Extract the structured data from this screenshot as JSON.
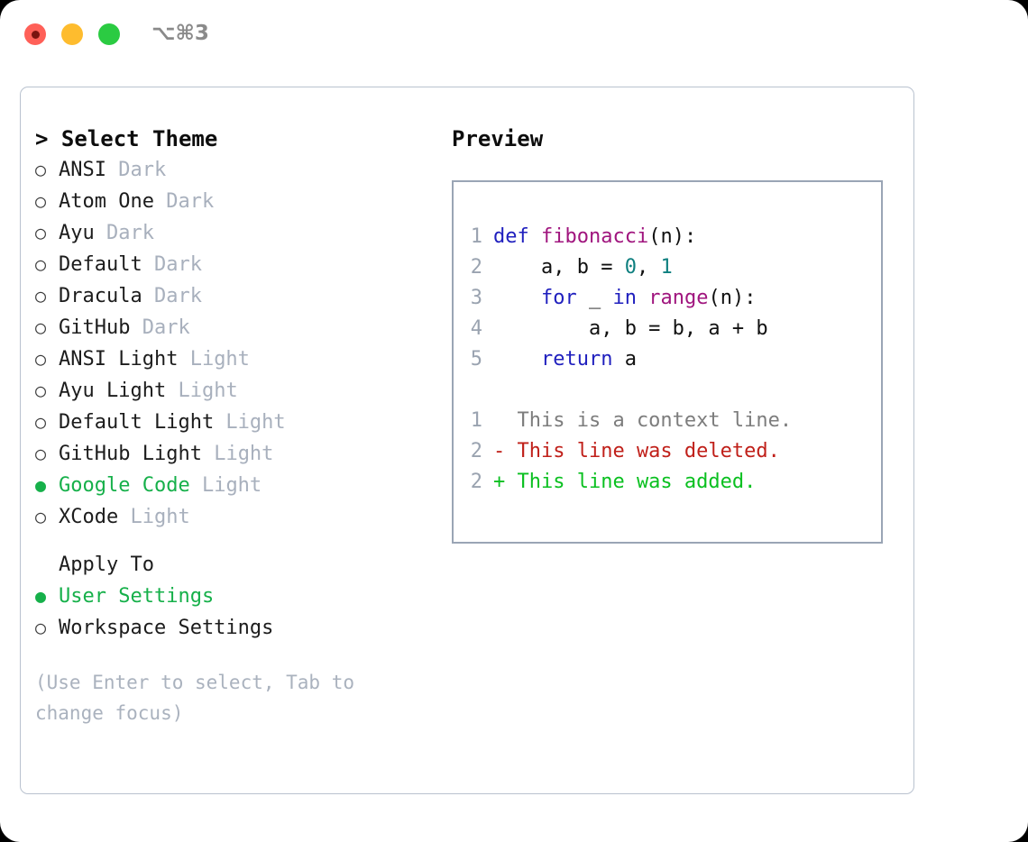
{
  "titlebar": {
    "shortcut": "⌥⌘3",
    "lights": [
      "close-red",
      "minimize-yellow",
      "maximize-green"
    ]
  },
  "left_panel": {
    "header": "> Select Theme",
    "themes": [
      {
        "bullet": "○",
        "name": "ANSI",
        "tag": " Dark",
        "selected": false
      },
      {
        "bullet": "○",
        "name": "Atom One",
        "tag": " Dark",
        "selected": false
      },
      {
        "bullet": "○",
        "name": "Ayu",
        "tag": " Dark",
        "selected": false
      },
      {
        "bullet": "○",
        "name": "Default",
        "tag": " Dark",
        "selected": false
      },
      {
        "bullet": "○",
        "name": "Dracula",
        "tag": " Dark",
        "selected": false
      },
      {
        "bullet": "○",
        "name": "GitHub",
        "tag": " Dark",
        "selected": false
      },
      {
        "bullet": "○",
        "name": "ANSI Light",
        "tag": " Light",
        "selected": false
      },
      {
        "bullet": "○",
        "name": "Ayu Light",
        "tag": " Light",
        "selected": false
      },
      {
        "bullet": "○",
        "name": "Default Light",
        "tag": " Light",
        "selected": false
      },
      {
        "bullet": "○",
        "name": "GitHub Light",
        "tag": " Light",
        "selected": false
      },
      {
        "bullet": "●",
        "name": "Google Code",
        "tag": " Light",
        "selected": true
      },
      {
        "bullet": "○",
        "name": "XCode",
        "tag": " Light",
        "selected": false
      }
    ],
    "apply_to": {
      "header": "Apply To",
      "options": [
        {
          "bullet": "●",
          "name": "User Settings",
          "selected": true
        },
        {
          "bullet": "○",
          "name": "Workspace Settings",
          "selected": false
        }
      ]
    },
    "hint": "(Use Enter to select, Tab to change focus)"
  },
  "right_panel": {
    "header": "Preview",
    "code": [
      {
        "lineno": "1",
        "tokens": [
          {
            "t": "def",
            "c": "kw"
          },
          {
            "t": " ",
            "c": "plain"
          },
          {
            "t": "fibonacci",
            "c": "fn"
          },
          {
            "t": "(n):",
            "c": "plain"
          }
        ]
      },
      {
        "lineno": "2",
        "tokens": [
          {
            "t": "    a, b = ",
            "c": "plain"
          },
          {
            "t": "0",
            "c": "num"
          },
          {
            "t": ", ",
            "c": "plain"
          },
          {
            "t": "1",
            "c": "num"
          }
        ]
      },
      {
        "lineno": "3",
        "tokens": [
          {
            "t": "    ",
            "c": "plain"
          },
          {
            "t": "for",
            "c": "kw"
          },
          {
            "t": " _ ",
            "c": "plain"
          },
          {
            "t": "in",
            "c": "kw"
          },
          {
            "t": " ",
            "c": "plain"
          },
          {
            "t": "range",
            "c": "fn"
          },
          {
            "t": "(n):",
            "c": "plain"
          }
        ]
      },
      {
        "lineno": "4",
        "tokens": [
          {
            "t": "        a, b = b, a + b",
            "c": "plain"
          }
        ]
      },
      {
        "lineno": "5",
        "tokens": [
          {
            "t": "    ",
            "c": "plain"
          },
          {
            "t": "return",
            "c": "kw"
          },
          {
            "t": " a",
            "c": "plain"
          }
        ]
      }
    ],
    "diff": [
      {
        "lineno": "1",
        "marker": "  ",
        "text": "This is a context line.",
        "kind": "ctx"
      },
      {
        "lineno": "2",
        "marker": "- ",
        "text": "This line was deleted.",
        "kind": "del"
      },
      {
        "lineno": "2",
        "marker": "+ ",
        "text": "This line was added.",
        "kind": "add"
      }
    ]
  },
  "colors": {
    "accent_green": "#16b04a",
    "muted_gray": "#a8b0bd",
    "keyword_blue": "#1f1fbe",
    "function_magenta": "#a0157e",
    "number_teal": "#0e7f7f",
    "diff_delete_red": "#c0201a",
    "diff_add_green": "#0ac020",
    "border_gray": "#9aa5b5"
  }
}
